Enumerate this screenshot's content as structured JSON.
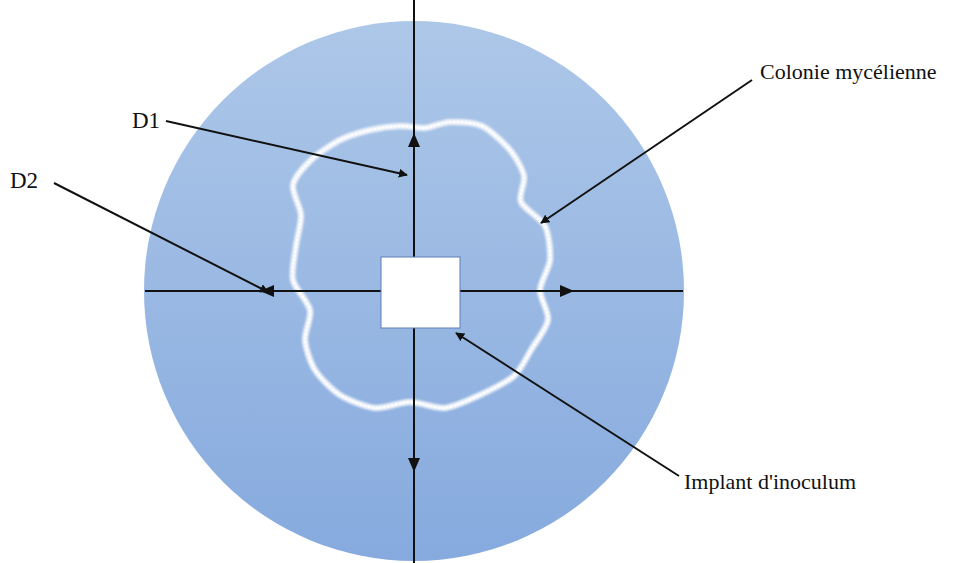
{
  "diagram": {
    "labels": [
      "D1",
      "D2",
      "Colonie mycélienne",
      "Implant d'inoculum"
    ]
  }
}
